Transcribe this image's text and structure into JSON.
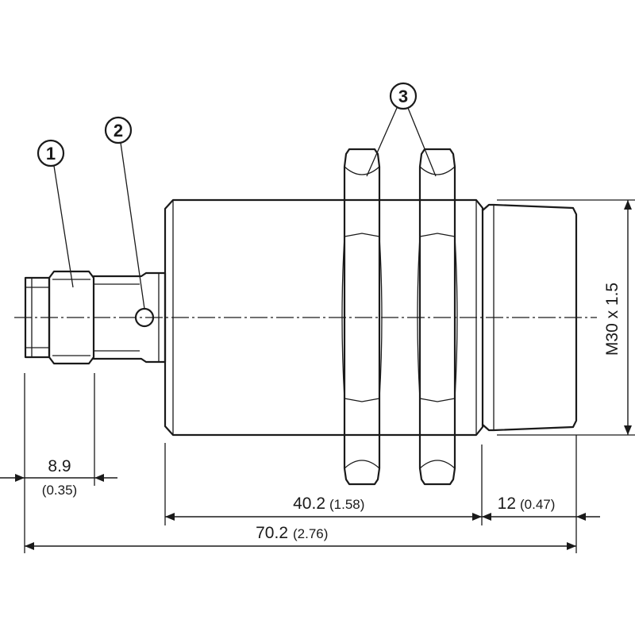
{
  "callouts": [
    {
      "number": "1"
    },
    {
      "number": "2"
    },
    {
      "number": "3"
    }
  ],
  "dimensions": {
    "connector": {
      "value": "8.9",
      "inch": "(0.35)"
    },
    "body": {
      "value": "40.2",
      "inch": "(1.58)"
    },
    "face": {
      "value": "12",
      "inch": "(0.47)"
    },
    "overall": {
      "value": "70.2",
      "inch": "(2.76)"
    },
    "thread": {
      "value": "M30 x 1.5"
    }
  }
}
